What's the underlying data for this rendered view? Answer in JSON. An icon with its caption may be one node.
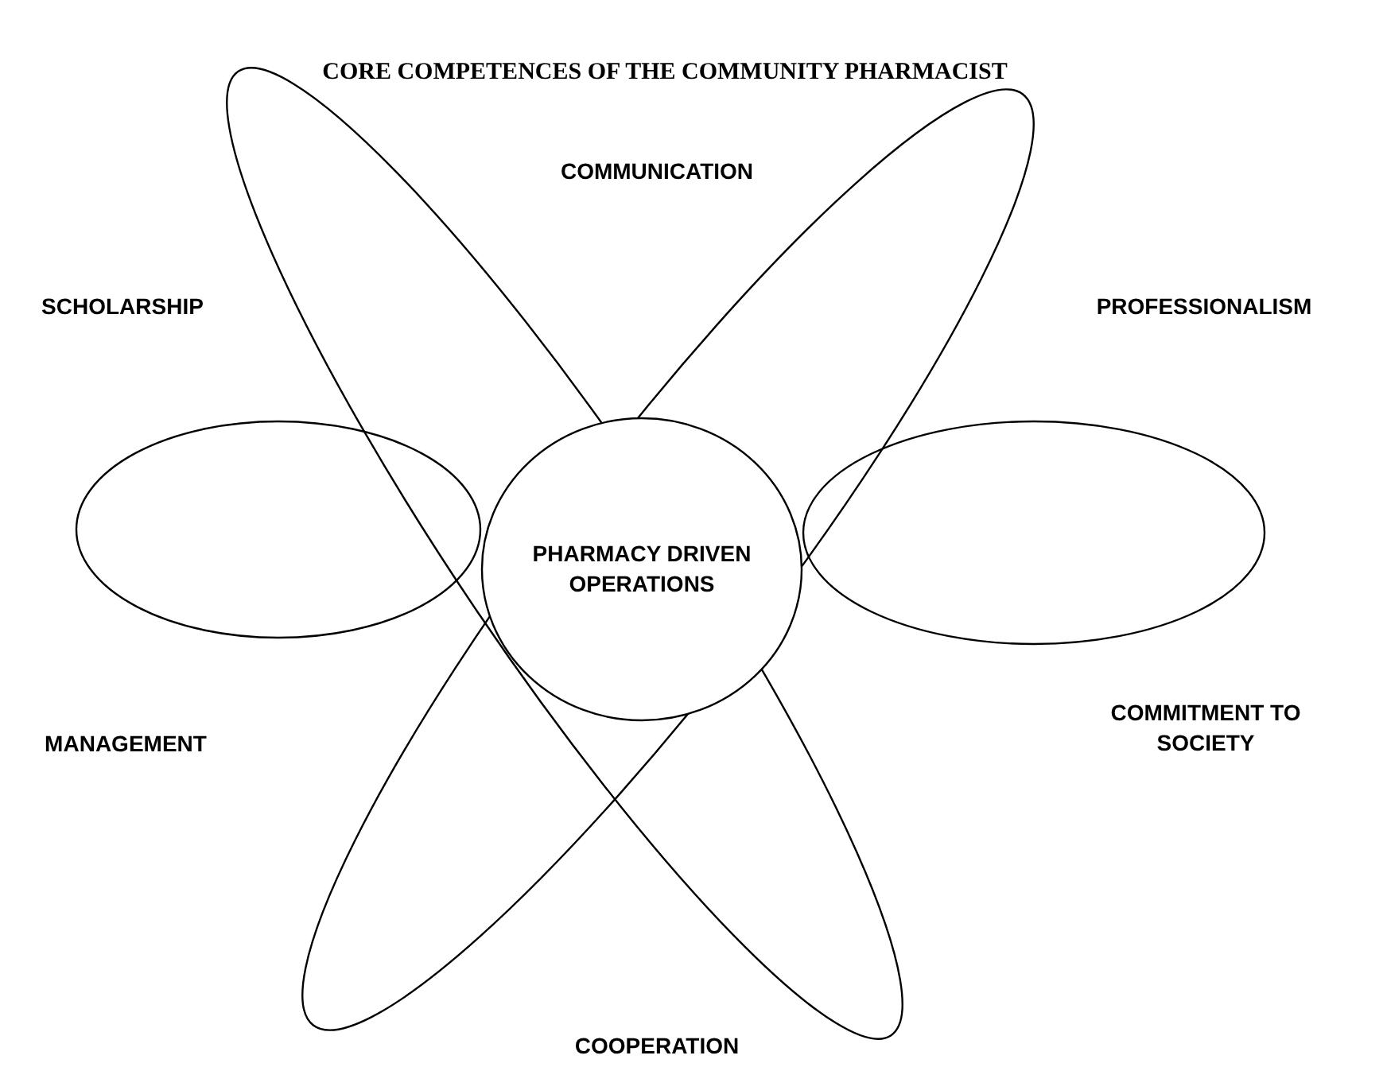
{
  "diagram": {
    "title": "CORE COMPETENCES OF THE COMMUNITY PHARMACIST",
    "nodes": [
      {
        "text": [
          "PHARMACY DRIVEN OPERATIONS"
        ]
      }
    ],
    "labels": [
      "COMMUNICATION",
      "SCHOLARSHIP",
      "PROFESSIONALISM",
      "MANAGEMENT",
      "COMMITMENT TO SOCIETY",
      "COOPERATION"
    ]
  }
}
